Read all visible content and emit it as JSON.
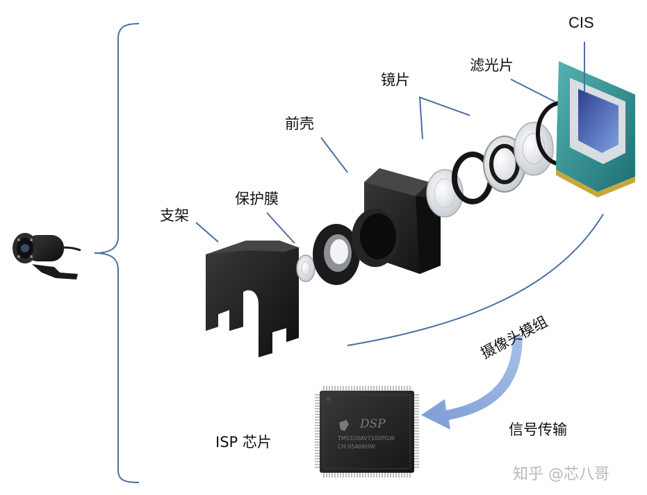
{
  "labels": {
    "cis": "CIS",
    "filter": "滤光片",
    "lens": "镜片",
    "front_housing": "前壳",
    "protective_film": "保护膜",
    "bracket": "支架",
    "camera_module": "摄像头模组",
    "signal_transmission": "信号传输",
    "isp_chip": "ISP 芯片"
  },
  "chip": {
    "brand": "DSP",
    "part_line1": "TMS320AV7100PGW",
    "part_line2": "CH 05A06HW"
  },
  "watermark": "知乎 @芯八哥",
  "colors": {
    "leader_line": "#4a6fa0",
    "brace": "#4a6fa0",
    "arrow": "#8aa8d8",
    "part_black": "#1c1c1c",
    "sensor_teal": "#2a8f90"
  }
}
